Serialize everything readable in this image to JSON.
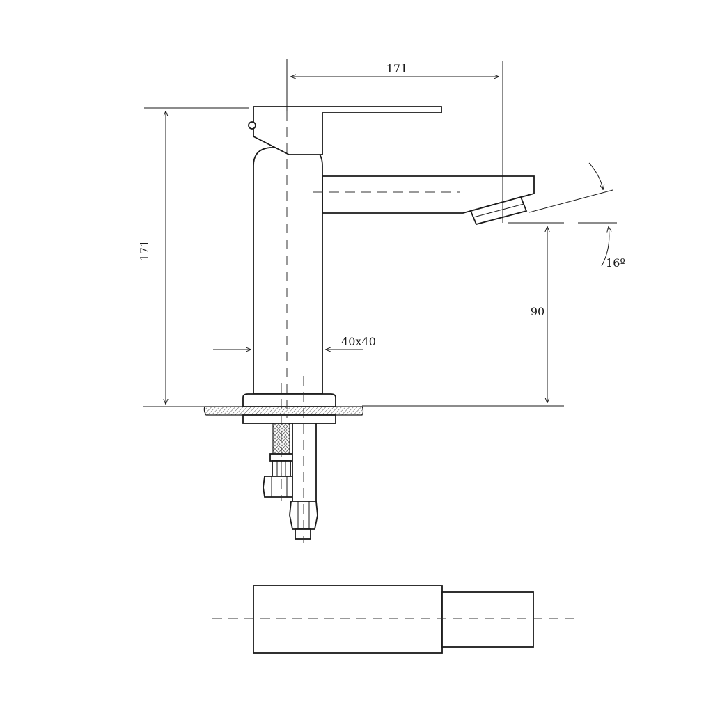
{
  "dimensions": {
    "spout_reach": "171",
    "total_height": "171",
    "outlet_height": "90",
    "body_section": "40x40",
    "outlet_angle": "16º"
  }
}
